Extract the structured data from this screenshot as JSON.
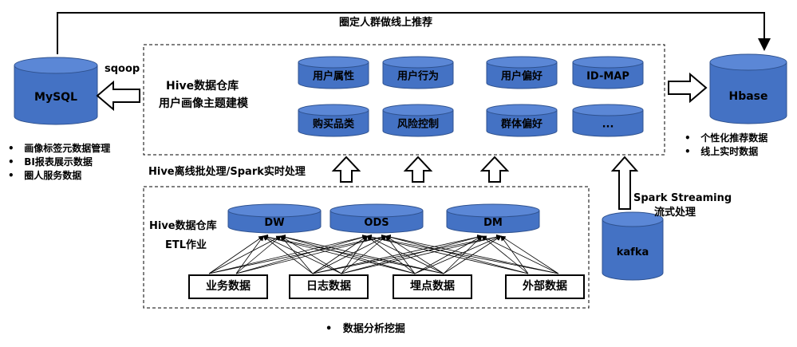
{
  "top_arrow_label": "圈定人群做线上推荐",
  "mysql": {
    "label": "MySQL",
    "arrow_label": "sqoop",
    "bullets": [
      "画像标签元数据管理",
      "BI报表展示数据",
      "圈人服务数据"
    ]
  },
  "hbase": {
    "label": "Hbase",
    "bullets": [
      "个性化推荐数据",
      "线上实时数据"
    ]
  },
  "upper_box": {
    "title_line1": "Hive数据仓库",
    "title_line2": "用户画像主题建模",
    "cylinders": [
      "用户属性",
      "用户行为",
      "用户偏好",
      "ID-MAP",
      "购买品类",
      "风险控制",
      "群体偏好",
      "..."
    ]
  },
  "middle_label": "Hive离线批处理/Spark实时处理",
  "lower_box": {
    "title_line1": "Hive数据仓库",
    "title_line2": "ETL作业",
    "cylinders": [
      "DW",
      "ODS",
      "DM"
    ],
    "sources": [
      "业务数据",
      "日志数据",
      "埋点数据",
      "外部数据"
    ]
  },
  "kafka": {
    "label": "kafka",
    "stream_line1": "Spark Streaming",
    "stream_line2": "流式处理"
  },
  "bottom_bullet": "数据分析挖掘"
}
